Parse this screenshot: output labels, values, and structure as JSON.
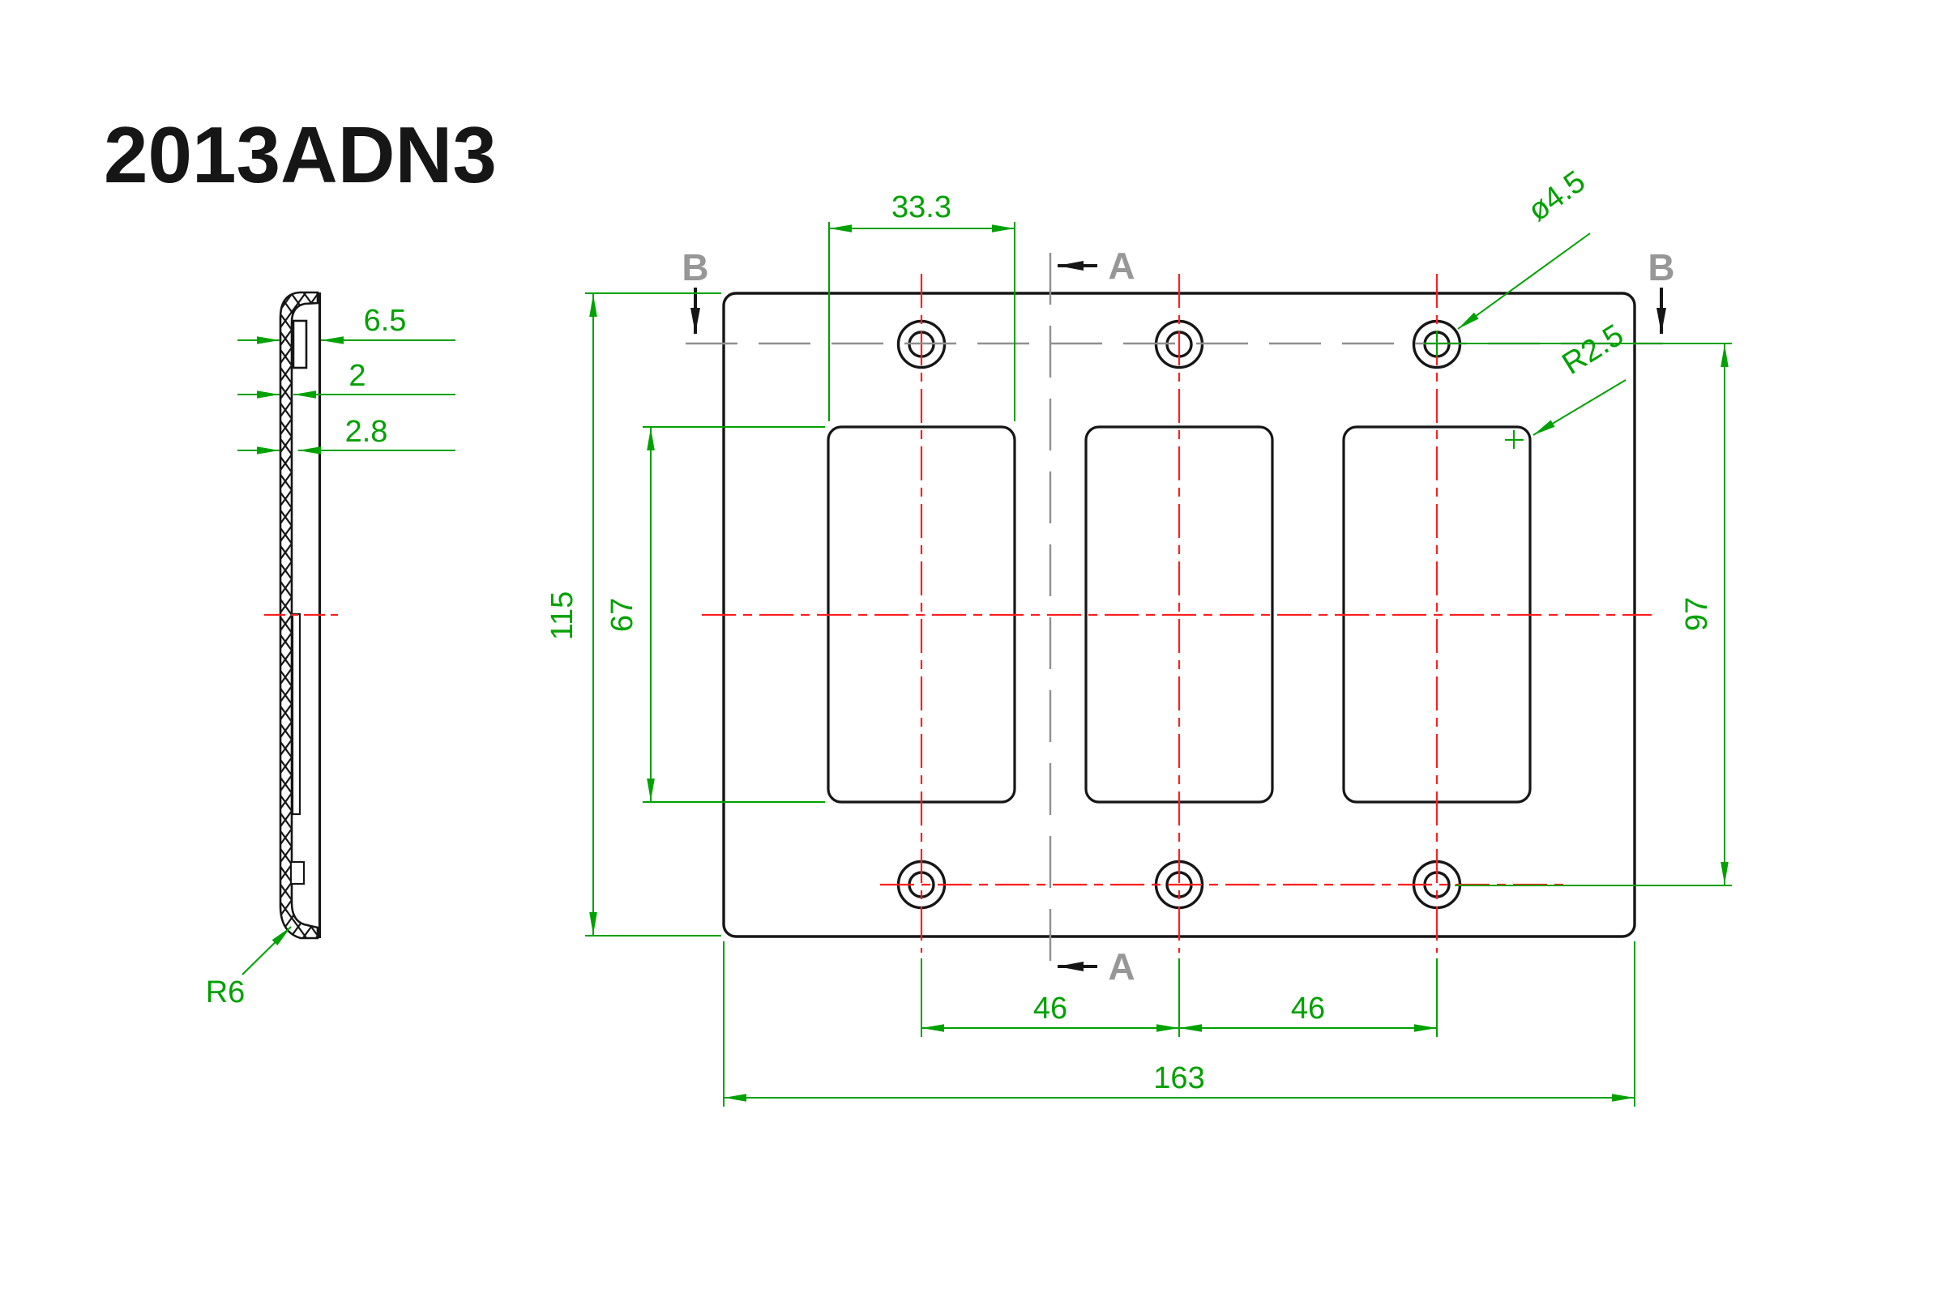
{
  "title": "2013ADN3",
  "colors": {
    "outline": "#161616",
    "dimension_green": "#00a100",
    "centerline_red": "#ff1f1f",
    "section_gray": "#8f8f8f",
    "letter_gray": "#979797"
  },
  "front_view": {
    "dimensions": {
      "window_width": "33.3",
      "plate_height": "115",
      "window_height": "67",
      "hole_row_span": "97",
      "gang_pitch_left": "46",
      "gang_pitch_right": "46",
      "plate_width": "163",
      "hole_diameter": "ø4.5",
      "window_corner_radius": "R2.5"
    },
    "section_labels": {
      "a_top": "A",
      "a_bottom": "A",
      "b_left": "B",
      "b_right": "B"
    }
  },
  "side_view": {
    "dimensions": {
      "edge_depth": "6.5",
      "wall_thickness": "2",
      "rib_depth": "2.8",
      "edge_radius": "R6"
    }
  }
}
